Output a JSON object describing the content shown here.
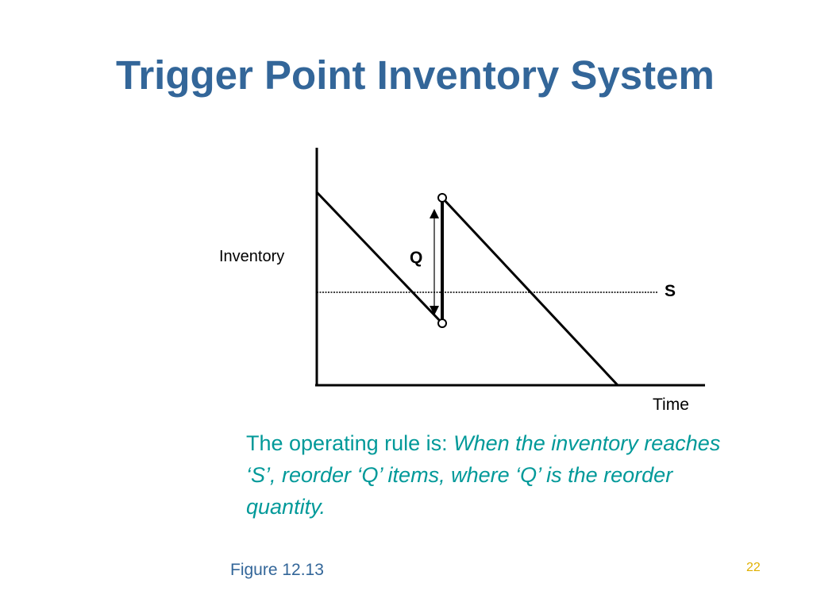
{
  "slide": {
    "title": "Trigger Point Inventory System",
    "figure_ref": "Figure 12.13",
    "page_number": "22",
    "colors": {
      "title": "#336699",
      "rule_text": "#009999",
      "page_number": "#e0b000"
    }
  },
  "diagram": {
    "y_axis_label": "Inventory",
    "x_axis_label": "Time",
    "reorder_quantity_label": "Q",
    "trigger_level_label": "S"
  },
  "rule": {
    "lead": "The operating rule is: ",
    "statement": "When the inventory reaches ‘S’, reorder ‘Q’ items, where ‘Q’ is the reorder quantity."
  }
}
